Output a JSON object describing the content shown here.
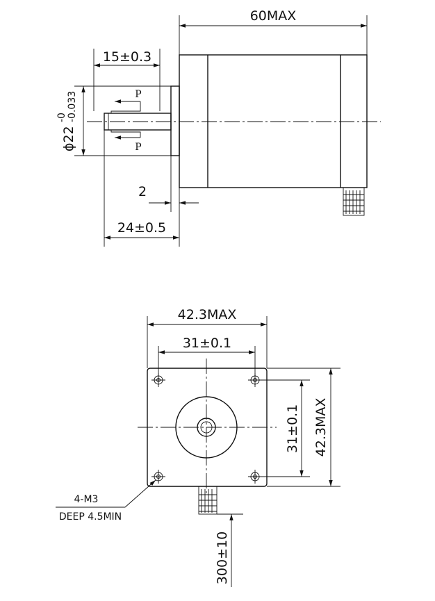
{
  "side_view": {
    "overall_length": "60MAX",
    "shaft_length": "15±0.3",
    "diameter_main": "ϕ22",
    "diameter_tol_upper": "-0",
    "diameter_tol_lower": "-0.033",
    "section_mark_top": "P",
    "section_mark_bottom": "P",
    "flange_thickness": "2",
    "shaft_total": "24±0.5"
  },
  "front_view": {
    "width_max": "42.3MAX",
    "hole_spacing_h": "31±0.1",
    "hole_spacing_v": "31±0.1",
    "height_max": "42.3MAX",
    "thread_spec": "4-M3",
    "thread_depth": "DEEP 4.5MIN",
    "lead_length": "300±10"
  }
}
